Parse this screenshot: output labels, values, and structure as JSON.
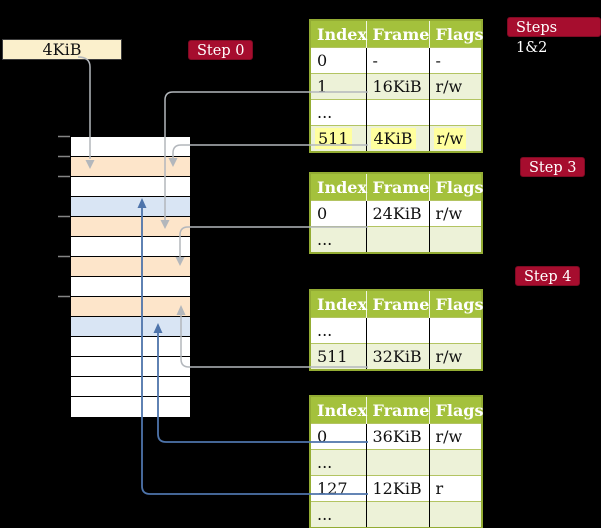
{
  "cr3_box": {
    "label": "4KiB"
  },
  "step_labels": [
    {
      "id": "step0",
      "label": "Step 0"
    },
    {
      "id": "steps12",
      "label": "Steps 1&2"
    },
    {
      "id": "step3",
      "label": "Step 3"
    },
    {
      "id": "step4",
      "label": "Step 4"
    }
  ],
  "page_tables": [
    {
      "step": "Steps 1&2",
      "headers": [
        "Index",
        "Frame",
        "Flags"
      ],
      "rows": [
        {
          "index": "0",
          "frame": "-",
          "flags": "-",
          "shaded": false,
          "highlighted": false
        },
        {
          "index": "1",
          "frame": "16KiB",
          "flags": "r/w",
          "shaded": true,
          "highlighted": false
        },
        {
          "index": "...",
          "frame": "",
          "flags": "",
          "shaded": false,
          "highlighted": false
        },
        {
          "index": "511",
          "frame": "4KiB",
          "flags": "r/w",
          "shaded": true,
          "highlighted": true
        }
      ]
    },
    {
      "step": "Step 3",
      "headers": [
        "Index",
        "Frame",
        "Flags"
      ],
      "rows": [
        {
          "index": "0",
          "frame": "24KiB",
          "flags": "r/w",
          "shaded": false,
          "highlighted": false
        },
        {
          "index": "...",
          "frame": "",
          "flags": "",
          "shaded": true,
          "highlighted": false
        }
      ]
    },
    {
      "step": "Step 4",
      "headers": [
        "Index",
        "Frame",
        "Flags"
      ],
      "rows": [
        {
          "index": "...",
          "frame": "",
          "flags": "",
          "shaded": false,
          "highlighted": false
        },
        {
          "index": "511",
          "frame": "32KiB",
          "flags": "r/w",
          "shaded": true,
          "highlighted": false
        }
      ]
    },
    {
      "step": "",
      "headers": [
        "Index",
        "Frame",
        "Flags"
      ],
      "rows": [
        {
          "index": "0",
          "frame": "36KiB",
          "flags": "r/w",
          "shaded": false,
          "highlighted": false
        },
        {
          "index": "...",
          "frame": "",
          "flags": "",
          "shaded": true,
          "highlighted": false
        },
        {
          "index": "127",
          "frame": "12KiB",
          "flags": "r",
          "shaded": false,
          "highlighted": false
        },
        {
          "index": "...",
          "frame": "",
          "flags": "",
          "shaded": true,
          "highlighted": false
        }
      ]
    }
  ],
  "memory_column": {
    "rows": [
      {
        "kind": "empty"
      },
      {
        "kind": "page-table"
      },
      {
        "kind": "empty"
      },
      {
        "kind": "mapped-page"
      },
      {
        "kind": "page-table"
      },
      {
        "kind": "empty"
      },
      {
        "kind": "page-table"
      },
      {
        "kind": "empty"
      },
      {
        "kind": "page-table"
      },
      {
        "kind": "mapped-page"
      },
      {
        "kind": "empty"
      },
      {
        "kind": "empty"
      },
      {
        "kind": "empty"
      },
      {
        "kind": "empty"
      }
    ],
    "tick_count": 6
  },
  "colors": {
    "table_header_bg": "#a4c13c",
    "table_border": "#93ac33",
    "table_row_shaded_bg": "#edf2d8",
    "highlight_bg": "#ffff9e",
    "step_label_bg": "#a60d2e",
    "step_label_text": "#ffffff",
    "memory_table_row_bg": "#fde5ca",
    "memory_page_row_bg": "#d9e5f4",
    "pointer_box_bg": "#fbf0cc",
    "connector_gray": "#b3b7bc",
    "connector_blue": "#4e74ab"
  }
}
